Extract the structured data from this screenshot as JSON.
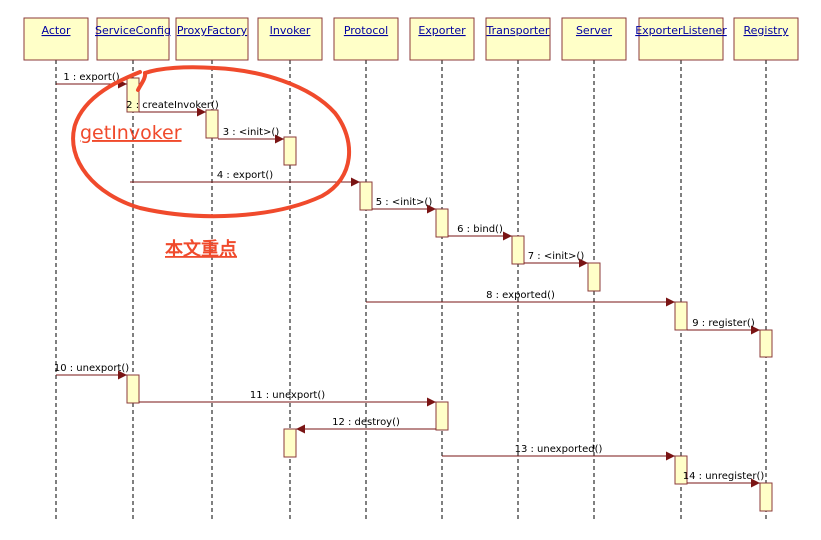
{
  "colors": {
    "lifeline_fill": "#ffffc8",
    "lifeline_stroke": "#8b3a3a",
    "message_stroke": "#7a1414",
    "annotation": "#f04a2c"
  },
  "lifelines": [
    {
      "name": "Actor"
    },
    {
      "name": "ServiceConfig"
    },
    {
      "name": "ProxyFactory"
    },
    {
      "name": "Invoker"
    },
    {
      "name": "Protocol"
    },
    {
      "name": "Exporter"
    },
    {
      "name": "Transporter"
    },
    {
      "name": "Server"
    },
    {
      "name": "ExporterListener"
    },
    {
      "name": "Registry"
    }
  ],
  "messages": [
    {
      "label": "1 : export()",
      "from": "Actor",
      "to": "ServiceConfig"
    },
    {
      "label": "2 : createInvoker()",
      "from": "ServiceConfig",
      "to": "ProxyFactory"
    },
    {
      "label": "3 : <init>()",
      "from": "ProxyFactory",
      "to": "Invoker"
    },
    {
      "label": "4 : export()",
      "from": "ServiceConfig",
      "to": "Protocol"
    },
    {
      "label": "5 : <init>()",
      "from": "Protocol",
      "to": "Exporter"
    },
    {
      "label": "6 : bind()",
      "from": "Exporter",
      "to": "Transporter"
    },
    {
      "label": "7 : <init>()",
      "from": "Transporter",
      "to": "Server"
    },
    {
      "label": "8 : exported()",
      "from": "Protocol",
      "to": "ExporterListener"
    },
    {
      "label": "9 : register()",
      "from": "ExporterListener",
      "to": "Registry"
    },
    {
      "label": "10 : unexport()",
      "from": "Actor",
      "to": "ServiceConfig"
    },
    {
      "label": "11 : unexport()",
      "from": "ServiceConfig",
      "to": "Exporter"
    },
    {
      "label": "12 : destroy()",
      "from": "Exporter",
      "to": "Invoker"
    },
    {
      "label": "13 : unexported()",
      "from": "Exporter",
      "to": "ExporterListener"
    },
    {
      "label": "14 : unregister()",
      "from": "ExporterListener",
      "to": "Registry"
    }
  ],
  "annotations": {
    "handwritten": "getInvoker",
    "focus": "本文重点"
  }
}
